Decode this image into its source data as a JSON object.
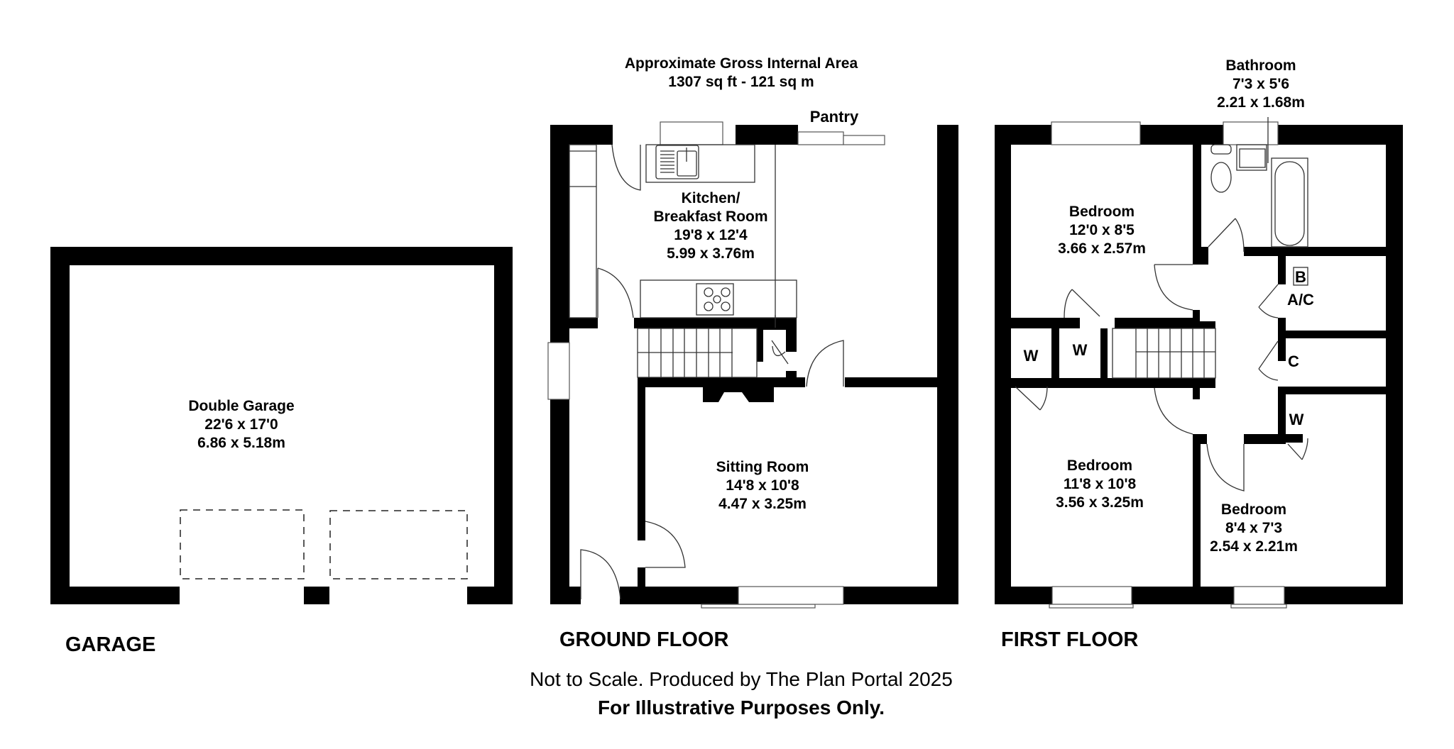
{
  "header": {
    "area_title": "Approximate Gross Internal Area",
    "area_value": "1307 sq ft - 121 sq m"
  },
  "floors": {
    "garage": {
      "title": "GARAGE",
      "rooms": [
        {
          "name": "Double Garage",
          "imperial": "22'6 x 17'0",
          "metric": "6.86 x 5.18m"
        }
      ]
    },
    "ground": {
      "title": "GROUND FLOOR",
      "pantry_label": "Pantry",
      "rooms": [
        {
          "name_line1": "Kitchen/",
          "name_line2": "Breakfast Room",
          "imperial": "19'8 x 12'4",
          "metric": "5.99 x 3.76m"
        },
        {
          "name": "Sitting Room",
          "imperial": "14'8 x 10'8",
          "metric": "4.47 x 3.25m"
        }
      ]
    },
    "first": {
      "title": "FIRST FLOOR",
      "rooms": [
        {
          "name": "Bedroom",
          "imperial": "12'0 x 8'5",
          "metric": "3.66 x 2.57m"
        },
        {
          "name": "Bathroom",
          "imperial": "7'3 x 5'6",
          "metric": "2.21 x 1.68m"
        },
        {
          "name": "Bedroom",
          "imperial": "11'8 x 10'8",
          "metric": "3.56 x 3.25m"
        },
        {
          "name": "Bedroom",
          "imperial": "8'4 x 7'3",
          "metric": "2.54 x 2.21m"
        }
      ],
      "cupboards": {
        "boiler": "B",
        "airing": "A/C",
        "cupboard": "C",
        "wardrobe_1": "W",
        "wardrobe_2": "W",
        "wardrobe_3": "W"
      }
    }
  },
  "footer": {
    "disclaimer": "Not to Scale. Produced by The Plan Portal 2025",
    "note": "For Illustrative Purposes Only."
  },
  "colors": {
    "wall": "#000000",
    "background": "#ffffff",
    "fixture_line": "#555555"
  }
}
